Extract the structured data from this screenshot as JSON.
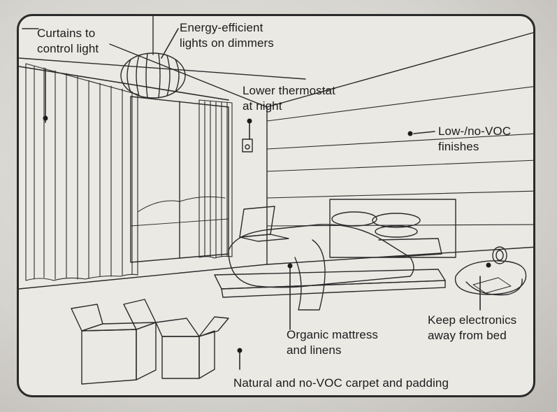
{
  "labels": {
    "curtains": [
      "Curtains to",
      "control light"
    ],
    "lights": [
      "Energy-efficient",
      "lights on dimmers"
    ],
    "thermostat": [
      "Lower thermostat",
      "at night"
    ],
    "finishes": [
      "Low-/no-VOC",
      "finishes"
    ],
    "mattress": [
      "Organic mattress",
      "and linens"
    ],
    "electronics": [
      "Keep electronics",
      "away from bed"
    ],
    "carpet": "Natural and no-VOC carpet and padding"
  },
  "icons": {
    "lamp": "pendant-lamp-icon",
    "thermostat": "thermostat-icon",
    "laptop": "laptop-icon",
    "clock": "clock-icon"
  },
  "colors": {
    "ink": "#1c1c1c",
    "paper": "#ebe9e4",
    "border": "#2a2a2a"
  }
}
